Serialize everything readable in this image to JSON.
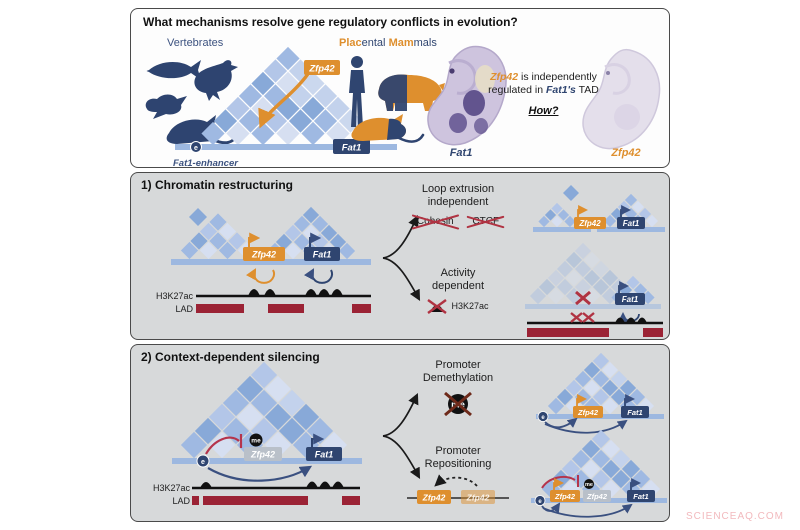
{
  "watermark": "SCIENCEAQ.COM",
  "colors": {
    "orange": "#de8f2e",
    "navy": "#2f4570",
    "lad_red": "#9b2335",
    "cross_red": "#b03342",
    "baseline_blue": "#9db8e0",
    "panel_gray": "#d7d9da"
  },
  "top": {
    "title": "What mechanisms resolve gene regulatory conflicts in evolution?",
    "vertebrates": "Vertebrates",
    "placental": {
      "p1": "Plac",
      "p2": "ental ",
      "p3": "Mam",
      "p4": "mals"
    },
    "zfp42": "Zfp42",
    "fat1": "Fat1",
    "e": "e",
    "enhancer": "Fat1-enhancer",
    "embryo_fat1": "Fat1",
    "embryo_zfp42": "Zfp42",
    "note": {
      "gene1": "Zfp42",
      "t1": " is independently regulated in ",
      "gene2": "Fat1's",
      "t2": " TAD",
      "q": "How?"
    }
  },
  "p1": {
    "header": "1) Chromatin restructuring",
    "zfp42": "Zfp42",
    "fat1": "Fat1",
    "h3k27ac": "H3K27ac",
    "lad": "LAD",
    "opt1": {
      "l1": "Loop extrusion",
      "l2": "independent",
      "c1": "Cohesin",
      "c2": "CTCF"
    },
    "opt2": {
      "l1": "Activity",
      "l2": "dependent",
      "label": "H3K27ac"
    }
  },
  "p2": {
    "header": "2) Context-dependent silencing",
    "zfp42": "Zfp42",
    "fat1": "Fat1",
    "h3k27ac": "H3K27ac",
    "lad": "LAD",
    "me": "me",
    "e": "e",
    "opt1": {
      "l1": "Promoter",
      "l2": "Demethylation"
    },
    "opt2": {
      "l1": "Promoter",
      "l2": "Repositioning"
    }
  }
}
